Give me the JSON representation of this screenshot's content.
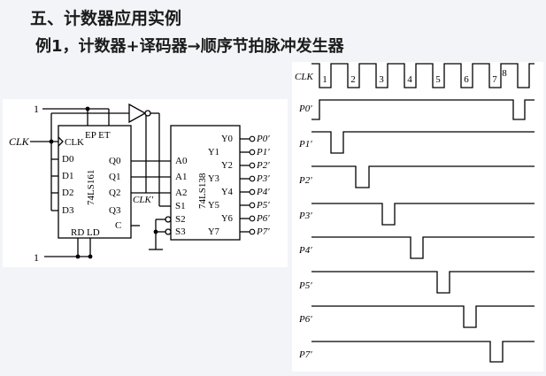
{
  "title": "五、计数器应用实例",
  "subtitle": "例1，计数器+译码器→顺序节拍脉冲发生器",
  "circuit": {
    "one_top": "1",
    "one_bottom": "1",
    "clk_input": "CLK",
    "counter": {
      "chip_name": "74LS161",
      "ep_et": "EP ET",
      "clk_pin": "CLK",
      "inputs": [
        "D0",
        "D1",
        "D2",
        "D3"
      ],
      "outputs": [
        "Q0",
        "Q1",
        "Q2",
        "Q3"
      ],
      "carry": "C",
      "rd_ld": "RD LD"
    },
    "decoder": {
      "chip_name": "74LS138",
      "address_inputs": [
        "A0",
        "A1",
        "A2"
      ],
      "enable_inputs": [
        "S1",
        "S2",
        "S3"
      ],
      "outputs": [
        "Y0",
        "Y1",
        "Y2",
        "Y3",
        "Y4",
        "Y5",
        "Y6",
        "Y7"
      ]
    },
    "clk_prime": "CLK′",
    "outputs": [
      "P0′",
      "P1′",
      "P2′",
      "P3′",
      "P4′",
      "P5′",
      "P6′",
      "P7′"
    ]
  },
  "timing": {
    "clk_label": "CLK",
    "pulse_numbers": [
      "1",
      "2",
      "3",
      "4",
      "5",
      "6",
      "7",
      "8"
    ],
    "signals": [
      "P0′",
      "P1′",
      "P2′",
      "P3′",
      "P4′",
      "P5′",
      "P6′",
      "P7′"
    ]
  }
}
